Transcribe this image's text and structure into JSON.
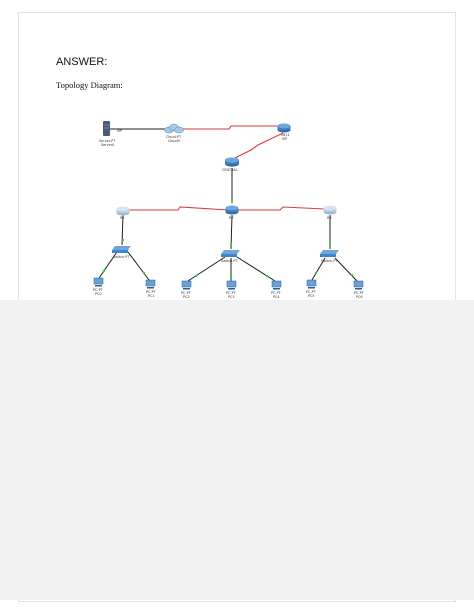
{
  "heading": "ANSWER:",
  "subtitle": "Topology Diagram:",
  "colors": {
    "serial_link": "#d83a3a",
    "ethernet_link": "#1f1f1f",
    "port_dot": "#33cc33",
    "router": "#2e6fa8",
    "switch": "#3a86c8",
    "pc": "#6aa0d8",
    "server": "#4a5a7a"
  },
  "nodes": {
    "server": {
      "l1": "Server-PT",
      "l2": "Server0",
      "port": "ISP"
    },
    "cloud": {
      "l1": "Cloud-PT",
      "l2": "Cloud0"
    },
    "isp": {
      "l1": "2811",
      "l2": "ISP"
    },
    "central": {
      "l1": "CENTRAL"
    },
    "r1": {
      "l1": "R1"
    },
    "r2": {
      "l1": "R2"
    },
    "r3": {
      "l1": "R3"
    },
    "s1": {
      "l1": "Switch-PT"
    },
    "s2": {
      "l1": "Switch-PT"
    },
    "s3": {
      "l1": "Switch-PT"
    },
    "pc1": {
      "l1": "PC-PT",
      "l2": "PC0"
    },
    "pc2": {
      "l1": "PC-PT",
      "l2": "PC1"
    },
    "pc3": {
      "l1": "PC-PT",
      "l2": "PC2"
    },
    "pc4": {
      "l1": "PC-PT",
      "l2": "PC3"
    },
    "pc5": {
      "l1": "PC-PT",
      "l2": "PC4"
    },
    "pc6": {
      "l1": "PC-PT",
      "l2": "PC5"
    },
    "pc7": {
      "l1": "PC-PT",
      "l2": "PC6"
    }
  }
}
